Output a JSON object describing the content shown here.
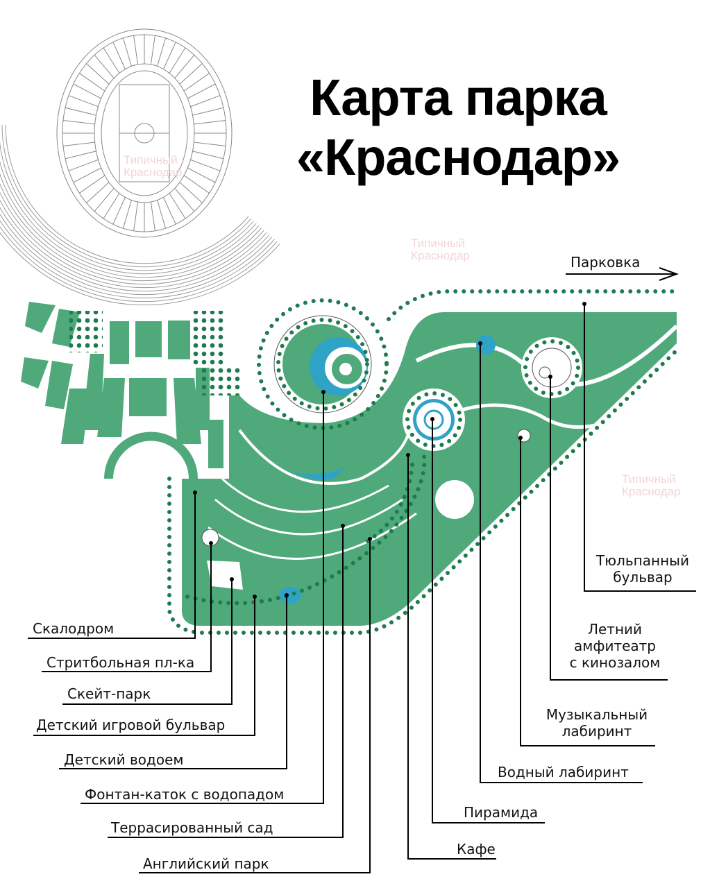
{
  "title": {
    "line1": "Карта парка",
    "line2": "«Краснодар»"
  },
  "watermark": {
    "line1": "Типичный",
    "line2": "Краснодар"
  },
  "colors": {
    "park_green": "#4fa97b",
    "dot_green": "#1e7a4f",
    "water_blue": "#2fa3c6",
    "leader_black": "#000000"
  },
  "parking": {
    "label": "Парковка",
    "icon": "arrow-right-icon"
  },
  "labels_left": [
    {
      "label": "Скалодром"
    },
    {
      "label": "Стритбольная пл-ка"
    },
    {
      "label": "Скейт-парк"
    },
    {
      "label": "Детский игровой бульвар"
    },
    {
      "label": "Детский водоем"
    },
    {
      "label": "Фонтан-каток с водопадом"
    },
    {
      "label": "Террасированный сад"
    },
    {
      "label": "Английский парк"
    }
  ],
  "labels_right": [
    {
      "label": "Кафе"
    },
    {
      "label": "Пирамида"
    },
    {
      "label": "Водный лабиринт"
    },
    {
      "line1": "Музыкальный",
      "line2": "лабиринт"
    },
    {
      "line1": "Летний",
      "line2": "амфитеатр",
      "line3": "с кинозалом"
    },
    {
      "line1": "Тюльпанный",
      "line2": "бульвар"
    }
  ]
}
